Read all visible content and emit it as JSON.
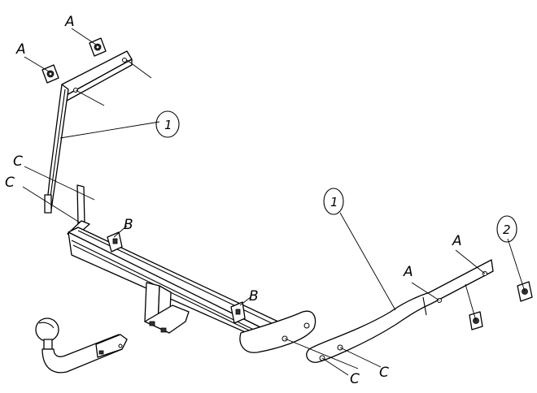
{
  "labels": {
    "a1": "A",
    "a2": "A",
    "a3": "A",
    "a4": "A",
    "b1": "B",
    "b2": "B",
    "c1": "C",
    "c2": "C",
    "c3": "C",
    "c4": "C",
    "n1": "1",
    "n2": "1",
    "n3": "2"
  }
}
